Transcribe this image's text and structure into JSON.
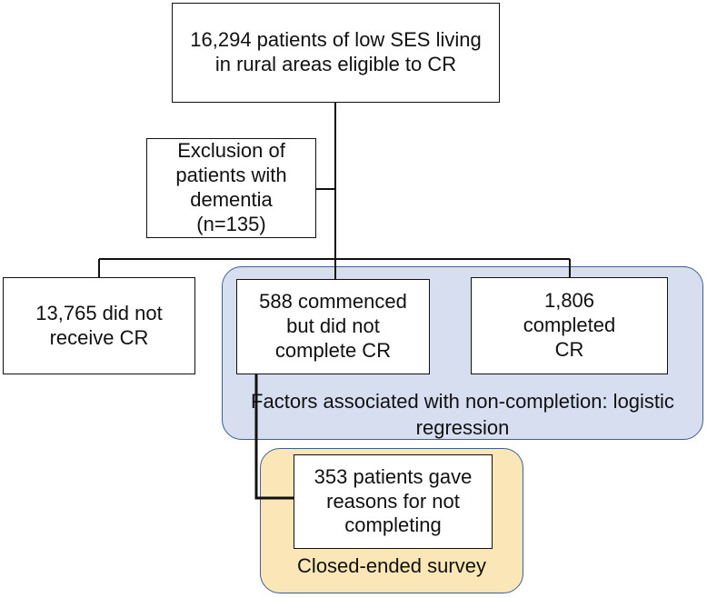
{
  "boxes": {
    "eligible": "16,294 patients of low SES living in rural areas eligible to CR",
    "exclusion": "Exclusion of patients with dementia (n=135)",
    "no_cr": "13,765 did not receive CR",
    "not_completed": "588 commenced but did not complete CR",
    "completed": "1,806 completed CR",
    "reasons": "353 patients gave reasons for not completing"
  },
  "regions": {
    "regression_label": "Factors associated with non-completion: logistic regression",
    "survey_label": "Closed-ended survey"
  },
  "colors": {
    "blue_region": "#d6def0",
    "yellow_region": "#fbe6b8",
    "region_border": "#3f5f95"
  }
}
